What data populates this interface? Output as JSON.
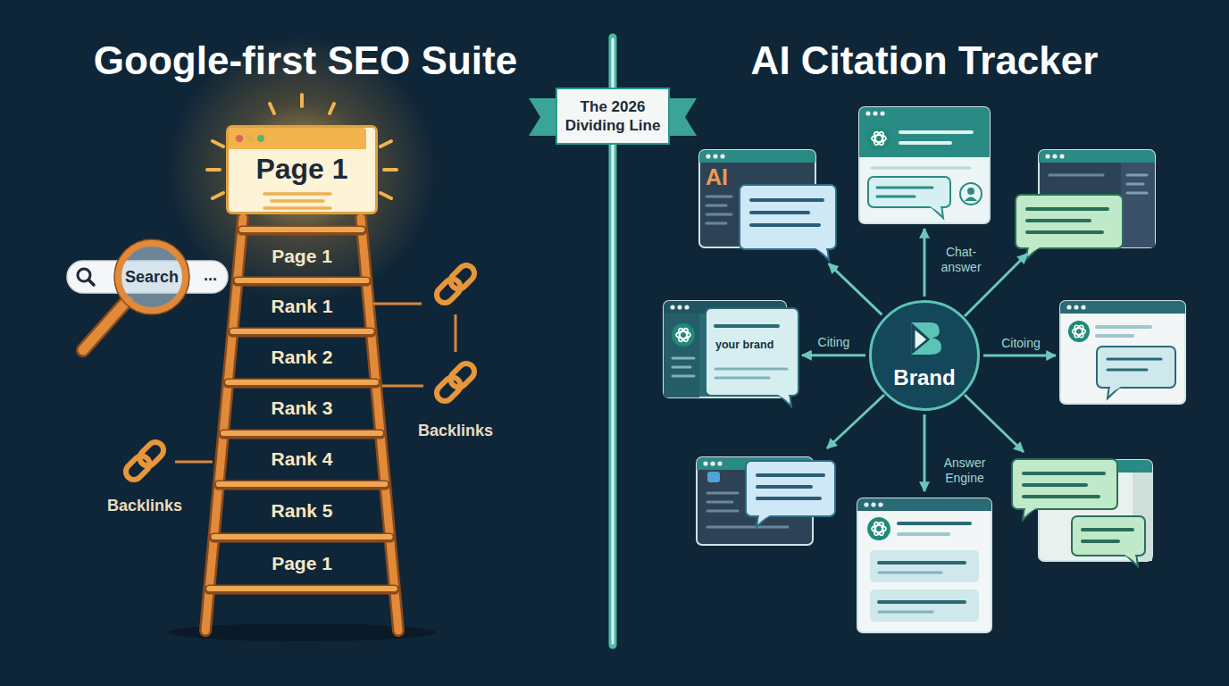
{
  "diagram": {
    "nodes": [
      {
        "text": [
          "Page 1"
        ]
      },
      {
        "text": [
          "Search",
          "..."
        ]
      },
      {
        "text": [
          "The 2026 Dividing Line"
        ]
      },
      {
        "text": [
          "AI"
        ]
      },
      {
        "text": [
          "your brand"
        ]
      },
      {
        "text": [
          "Brand"
        ]
      }
    ],
    "edges": [
      {
        "from": 5,
        "to": 3,
        "arrow": "to"
      },
      {
        "from": 5,
        "to": 4,
        "label": "Citing",
        "arrow": "to"
      }
    ],
    "labels": [
      "Google-first SEO Suite",
      "AI Citation Tracker",
      "Page 1",
      "Rank 1",
      "Rank 2",
      "Rank 3",
      "Rank 4",
      "Rank 5",
      "Page 1",
      "Backlinks",
      "Backlinks",
      "Chat-answer",
      "Citoing",
      "Answer Engine"
    ]
  }
}
